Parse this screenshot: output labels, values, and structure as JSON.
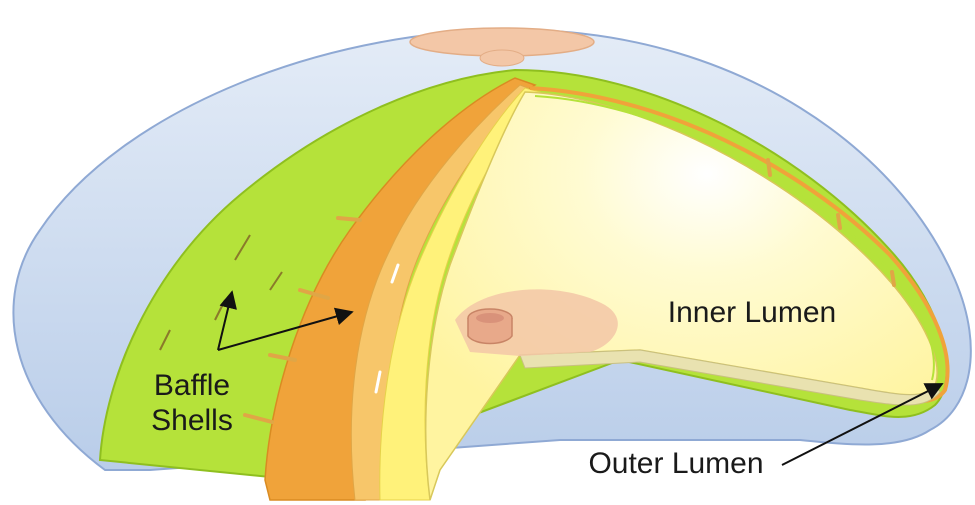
{
  "labels": {
    "inner_lumen": "Inner Lumen",
    "outer_lumen": "Outer Lumen",
    "baffle_line1": "Baffle",
    "baffle_line2": "Shells"
  },
  "colors": {
    "outer_shell": "#c9d8ee",
    "outer_shell_edge": "#9fb8de",
    "green_shell": "#b5e23a",
    "orange_shell": "#f0a33a",
    "light_orange": "#f7c66a",
    "yellow_shell": "#fff27a",
    "inner_lumen": "#fff8b8",
    "hub": "#f3c7a7",
    "arrow": "#111111"
  }
}
